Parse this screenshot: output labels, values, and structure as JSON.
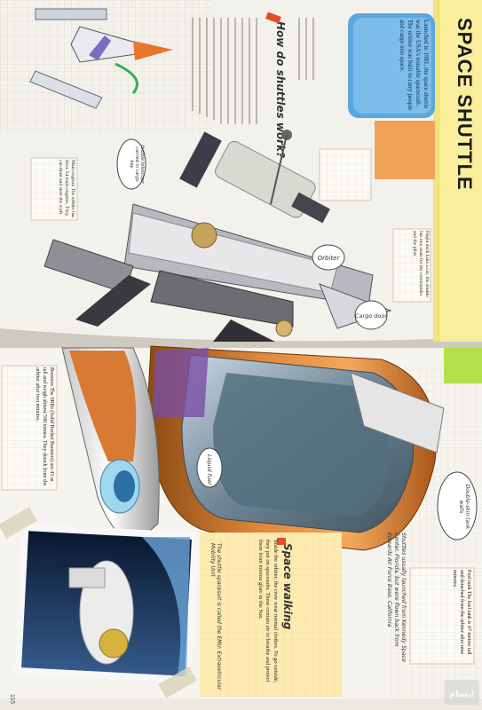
{
  "title": "SPACE SHUTTLE",
  "section_heading": "How do shuttles work?",
  "spacewalk_heading": "Space walking",
  "intro_text": "Launched in 1981, the space shuttle was the USA's reusable spacecraft. The orbiter was built to carry people and cargo into space.",
  "orbiter_label": "Orbiter",
  "cargo_door_label": "Cargo door",
  "telescope_label": "Hubble telescope carried in cargo bay",
  "liquid_fuel_label": "Liquid fuel",
  "double_skin_label": "Double-skin tank walls",
  "main_engines_text": "Main engines The orbiter has three 54 main engines. They can blast and steer the craft.",
  "boosters_text": "Boosters The SRBs (Solid Rocket Boosters) are 45 m tall and weigh almost 590 tonnes. They detach from the orbiter after two minutes.",
  "fuel_tank_text": "Fuel tank The fuel tank is 47 metres tall and detached from the orbiter after nine minutes.",
  "flight_deck_text": "Flight deck Like a car, the shuttle has two seats for the commander and the pilot.",
  "spacewalk_text": "Inside the orbiter, the crew wear normal clothes. To go outside, they put on spacesuits. These contain air to breathe and protect them from intense glare in the Sun.",
  "emu_caption": "The shuttle spacesuit is called the EMU: Extravehicular Mobility Unit",
  "launch_caption": "Shuttles usually launched from Kennedy Space Center, Florida, but were flown back from Edwards Air Force Base, California",
  "page_number": "115",
  "watermark": "ایسام",
  "colors": {
    "orange_panel": "#f3a25a",
    "blue_panel": "#5aa7e0",
    "yellow_strip": "#f4e57a",
    "grid_paper": "#f7f2dc",
    "green_tab": "#b5e04a"
  }
}
